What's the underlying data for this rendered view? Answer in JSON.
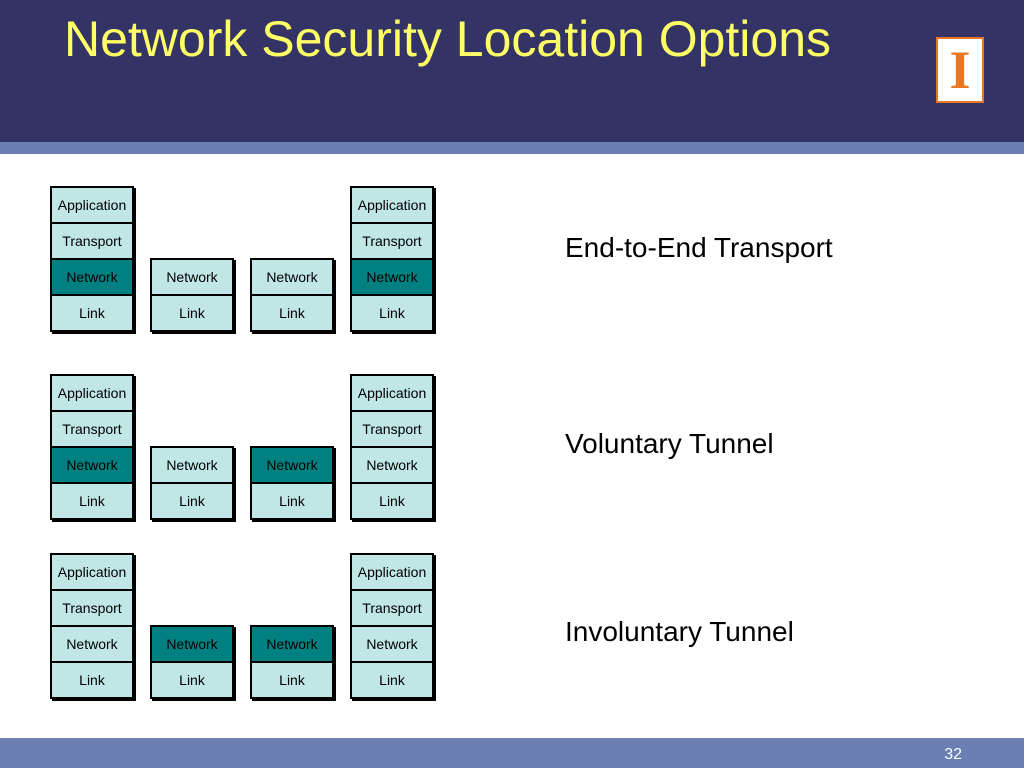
{
  "slide": {
    "title": "Network Security Location Options",
    "page_number": "32"
  },
  "colors": {
    "header_bg": "#333366",
    "title": "#ffff66",
    "stripe": "#6b7fb3",
    "layer_bg": "#c0e6e6",
    "layer_highlight": "#008080",
    "logo": "#e87722"
  },
  "logo": {
    "glyph": "I",
    "icon": "university-block-i-logo"
  },
  "layer_labels": {
    "application": "Application",
    "transport": "Transport",
    "network": "Network",
    "link": "Link"
  },
  "rows": [
    {
      "label": "End-to-End Transport"
    },
    {
      "label": "Voluntary Tunnel"
    },
    {
      "label": "Involuntary Tunnel"
    }
  ]
}
